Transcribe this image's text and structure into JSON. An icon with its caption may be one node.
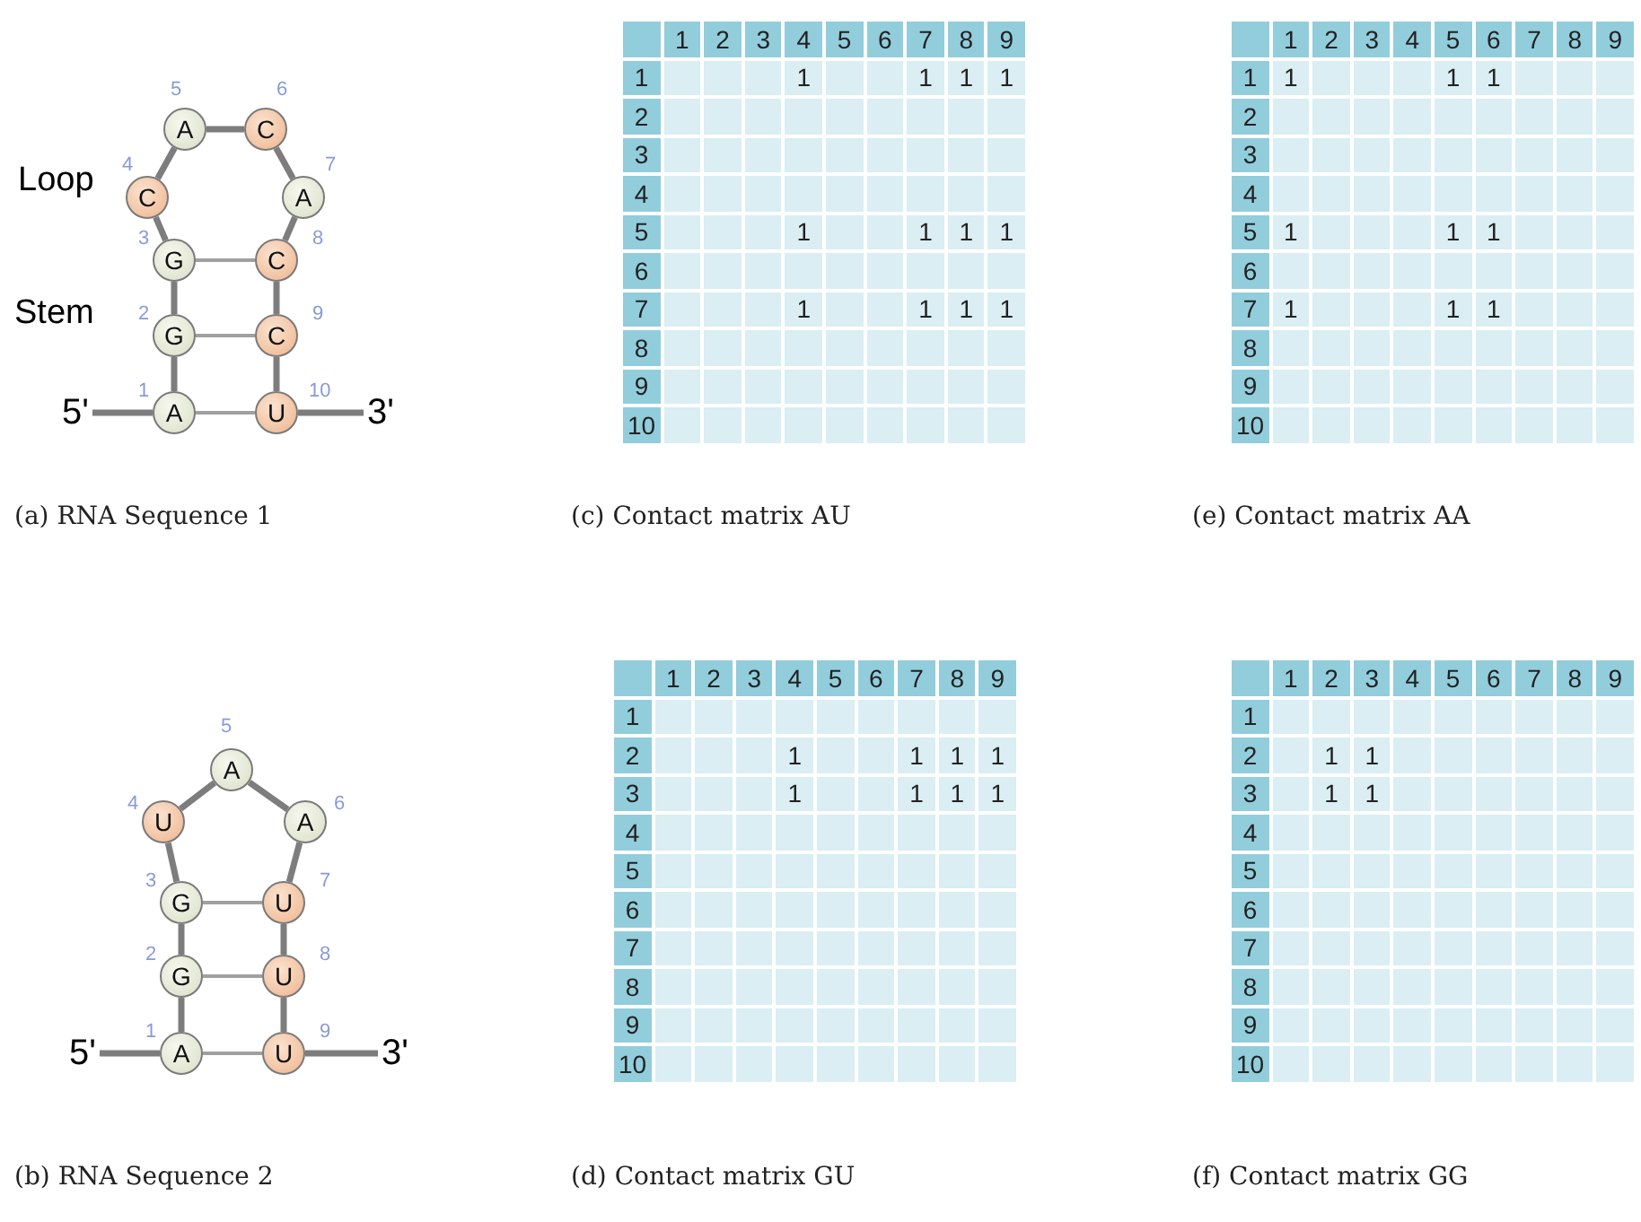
{
  "diagram": {
    "nodes": [
      {
        "text": [
          "5'"
        ]
      },
      {
        "text": [
          "A"
        ],
        "beside": [
          "1"
        ]
      },
      {
        "text": [
          "G"
        ],
        "beside": [
          "2"
        ]
      },
      {
        "text": [
          "G"
        ],
        "beside": [
          "3"
        ]
      },
      {
        "text": [
          "C"
        ],
        "beside": [
          "4"
        ]
      },
      {
        "text": [
          "A"
        ],
        "beside": [
          "5"
        ]
      },
      {
        "text": [
          "C"
        ],
        "beside": [
          "6"
        ]
      },
      {
        "text": [
          "A"
        ],
        "beside": [
          "7"
        ]
      },
      {
        "text": [
          "C"
        ],
        "beside": [
          "8"
        ]
      },
      {
        "text": [
          "C"
        ],
        "beside": [
          "9"
        ]
      },
      {
        "text": [
          "U"
        ],
        "beside": [
          "10"
        ]
      },
      {
        "text": [
          "3'"
        ]
      },
      {
        "text": [
          "5'"
        ]
      },
      {
        "text": [
          "A"
        ],
        "beside": [
          "1"
        ]
      },
      {
        "text": [
          "G"
        ],
        "beside": [
          "2"
        ]
      },
      {
        "text": [
          "G"
        ],
        "beside": [
          "3"
        ]
      },
      {
        "text": [
          "U"
        ],
        "beside": [
          "4"
        ]
      },
      {
        "text": [
          "A"
        ],
        "beside": [
          "5"
        ]
      },
      {
        "text": [
          "A"
        ],
        "beside": [
          "6"
        ]
      },
      {
        "text": [
          "U"
        ],
        "beside": [
          "7"
        ]
      },
      {
        "text": [
          "U"
        ],
        "beside": [
          "8"
        ]
      },
      {
        "text": [
          "U"
        ],
        "beside": [
          "9"
        ]
      },
      {
        "text": [
          "3'"
        ]
      }
    ],
    "edges": [
      {
        "from": 0,
        "to": 1,
        "arrow": "none"
      },
      {
        "from": 1,
        "to": 2,
        "arrow": "none"
      },
      {
        "from": 2,
        "to": 3,
        "arrow": "none"
      },
      {
        "from": 3,
        "to": 4,
        "arrow": "none"
      },
      {
        "from": 4,
        "to": 5,
        "arrow": "none"
      },
      {
        "from": 5,
        "to": 6,
        "arrow": "none"
      },
      {
        "from": 6,
        "to": 7,
        "arrow": "none"
      },
      {
        "from": 7,
        "to": 8,
        "arrow": "none"
      },
      {
        "from": 8,
        "to": 9,
        "arrow": "none"
      },
      {
        "from": 9,
        "to": 10,
        "arrow": "none"
      },
      {
        "from": 10,
        "to": 11,
        "arrow": "none"
      },
      {
        "from": 1,
        "to": 10,
        "arrow": "none",
        "color": "#a0a0a0"
      },
      {
        "from": 2,
        "to": 9,
        "arrow": "none",
        "color": "#a0a0a0"
      },
      {
        "from": 3,
        "to": 8,
        "arrow": "none",
        "color": "#a0a0a0"
      },
      {
        "from": 12,
        "to": 13,
        "arrow": "none"
      },
      {
        "from": 13,
        "to": 14,
        "arrow": "none"
      },
      {
        "from": 14,
        "to": 15,
        "arrow": "none"
      },
      {
        "from": 15,
        "to": 16,
        "arrow": "none"
      },
      {
        "from": 16,
        "to": 17,
        "arrow": "none"
      },
      {
        "from": 17,
        "to": 18,
        "arrow": "none"
      },
      {
        "from": 18,
        "to": 19,
        "arrow": "none"
      },
      {
        "from": 19,
        "to": 20,
        "arrow": "none"
      },
      {
        "from": 20,
        "to": 21,
        "arrow": "none"
      },
      {
        "from": 21,
        "to": 22,
        "arrow": "none"
      },
      {
        "from": 13,
        "to": 21,
        "arrow": "none",
        "color": "#a0a0a0"
      },
      {
        "from": 14,
        "to": 20,
        "arrow": "none",
        "color": "#a0a0a0"
      },
      {
        "from": 15,
        "to": 19,
        "arrow": "none",
        "color": "#a0a0a0"
      }
    ],
    "labels": [
      "Loop",
      "Stem",
      "(a) RNA Sequence 1",
      "1",
      "2",
      "3",
      "4",
      "5",
      "6",
      "7",
      "8",
      "9",
      "1",
      "1",
      "1",
      "1",
      "1",
      "2",
      "3",
      "4",
      "5",
      "1",
      "1",
      "1",
      "1",
      "6",
      "7",
      "1",
      "1",
      "1",
      "1",
      "8",
      "9",
      "10",
      "(c) Contact matrix AU",
      "1",
      "2",
      "3",
      "4",
      "5",
      "6",
      "7",
      "8",
      "9",
      "1",
      "1",
      "1",
      "1",
      "2",
      "3",
      "4",
      "5",
      "1",
      "1",
      "1",
      "6",
      "7",
      "1",
      "1",
      "1",
      "8",
      "9",
      "10",
      "(e) Contact matrix AA",
      "(b) RNA Sequence 2",
      "1",
      "2",
      "3",
      "4",
      "5",
      "6",
      "7",
      "8",
      "9",
      "1",
      "2",
      "1",
      "1",
      "1",
      "1",
      "3",
      "1",
      "1",
      "1",
      "1",
      "4",
      "5",
      "6",
      "7",
      "8",
      "9",
      "10",
      "(d) Contact matrix GU",
      "1",
      "2",
      "3",
      "4",
      "5",
      "6",
      "7",
      "8",
      "9",
      "1",
      "2",
      "1",
      "1",
      "3",
      "1",
      "1",
      "4",
      "5",
      "6",
      "7",
      "8",
      "9",
      "10",
      "(f) Contact matrix GG"
    ]
  }
}
